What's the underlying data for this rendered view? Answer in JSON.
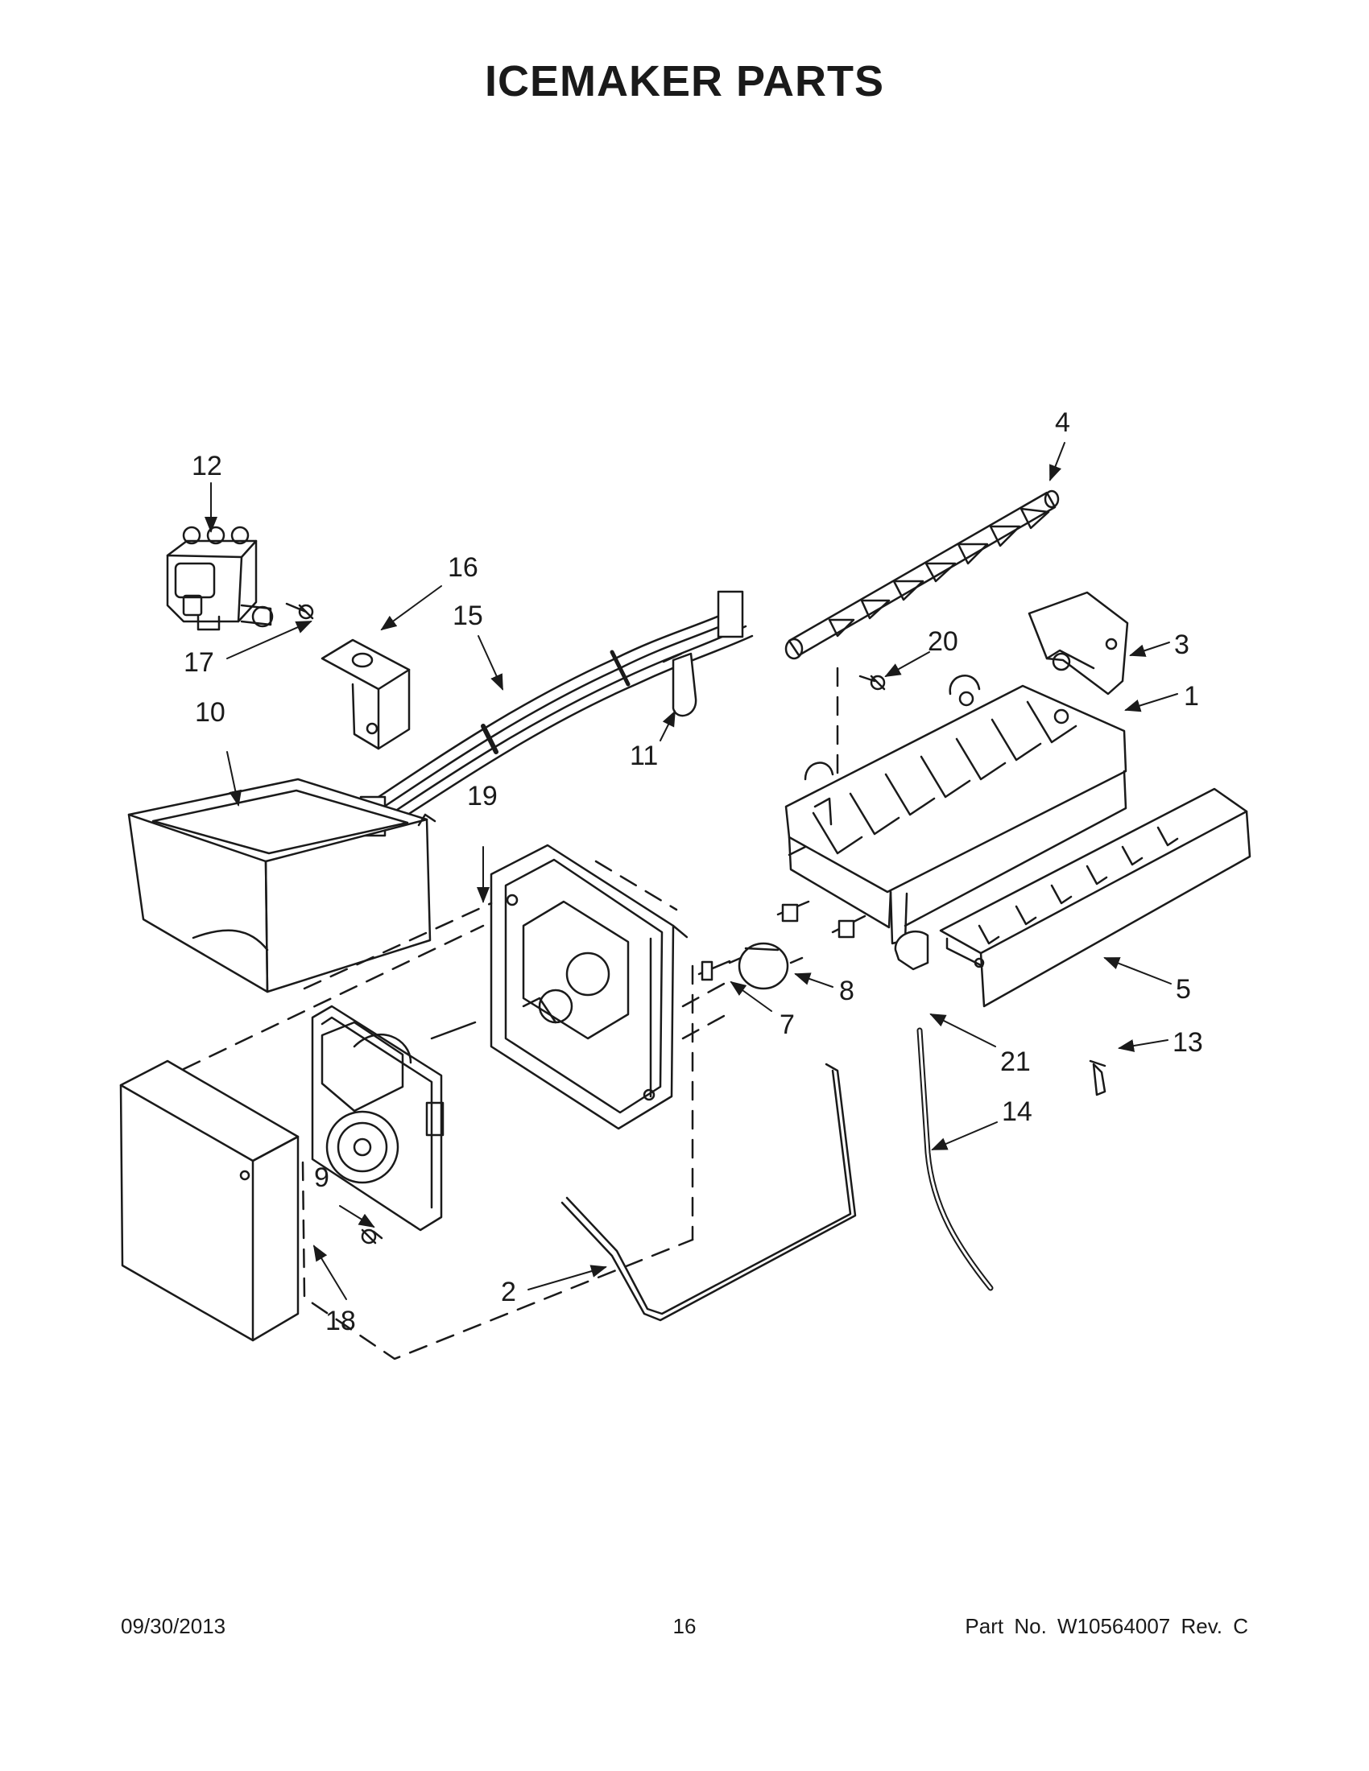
{
  "title": "ICEMAKER PARTS",
  "callouts": [
    "1",
    "2",
    "3",
    "4",
    "5",
    "7",
    "8",
    "9",
    "10",
    "11",
    "12",
    "13",
    "14",
    "15",
    "16",
    "17",
    "18",
    "19",
    "20",
    "21"
  ],
  "footer": {
    "date": "09/30/2013",
    "page": "16",
    "part_number": "Part No.  W10564007  Rev.  C"
  },
  "colors": {
    "ink": "#1a1a1a",
    "background": "#ffffff"
  }
}
